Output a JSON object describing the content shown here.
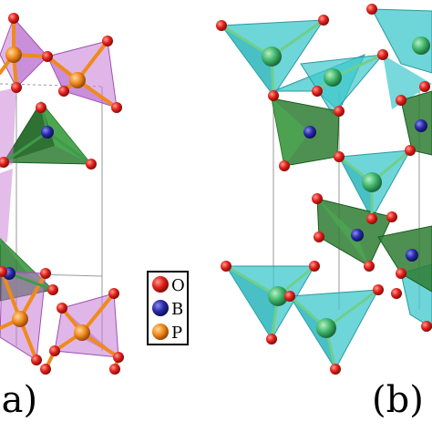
{
  "panel_a": {
    "label": "(a)"
  },
  "panel_b": {
    "label": "(b)"
  },
  "legend": {
    "items": [
      {
        "symbol": "O",
        "color": "#e0201c"
      },
      {
        "symbol": "B",
        "color": "#2a2aa8"
      },
      {
        "symbol": "P",
        "color": "#f08a1c"
      }
    ]
  },
  "colors": {
    "oxygen": "#e0201c",
    "boron": "#2a2aa8",
    "phosphorus": "#f08a1c",
    "po4_polyhedron": "#c77ad6",
    "bo4_polyhedron": "#2e7d32",
    "cyan_polyhedron": "#3ec7cc",
    "green_center": "#3fb56a"
  }
}
